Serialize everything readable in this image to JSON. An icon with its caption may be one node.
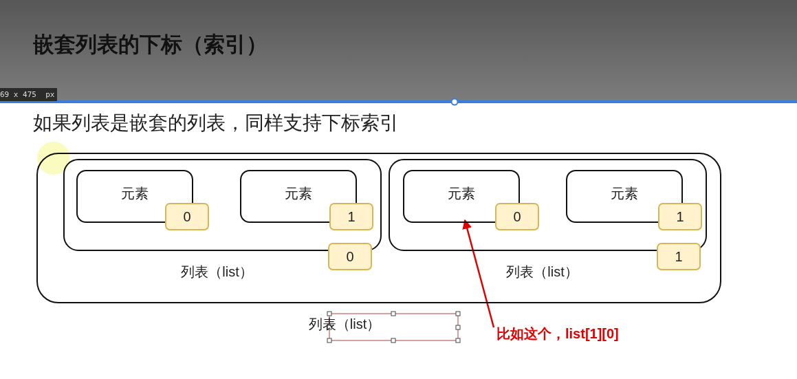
{
  "diagram": {
    "title": "嵌套列表的下标（索引）",
    "nodes": [
      {
        "text": [
          "列表（list）"
        ]
      },
      {
        "text": [
          "列表（list）"
        ],
        "in": 0
      },
      {
        "text": [
          "元素"
        ],
        "in": 1
      },
      {
        "text": [
          "0"
        ],
        "in": 1
      },
      {
        "text": [
          "元素"
        ],
        "in": 1
      },
      {
        "text": [
          "1"
        ],
        "in": 1
      },
      {
        "text": [
          "0"
        ],
        "in": 0
      },
      {
        "text": [
          "列表（list）"
        ],
        "in": 0
      },
      {
        "text": [
          "元素"
        ],
        "in": 7
      },
      {
        "text": [
          "0"
        ],
        "in": 7
      },
      {
        "text": [
          "元素"
        ],
        "in": 7
      },
      {
        "text": [
          "1"
        ],
        "in": 7
      },
      {
        "text": [
          "1"
        ],
        "in": 0
      },
      {
        "text": [
          "比如这个，list[1][0]"
        ]
      }
    ],
    "edges": [
      {
        "from": 13,
        "to": 8,
        "arrow": "to"
      }
    ],
    "labels": [
      "69 x 475  px",
      "如果列表是嵌套的列表，同样支持下标索引"
    ]
  }
}
